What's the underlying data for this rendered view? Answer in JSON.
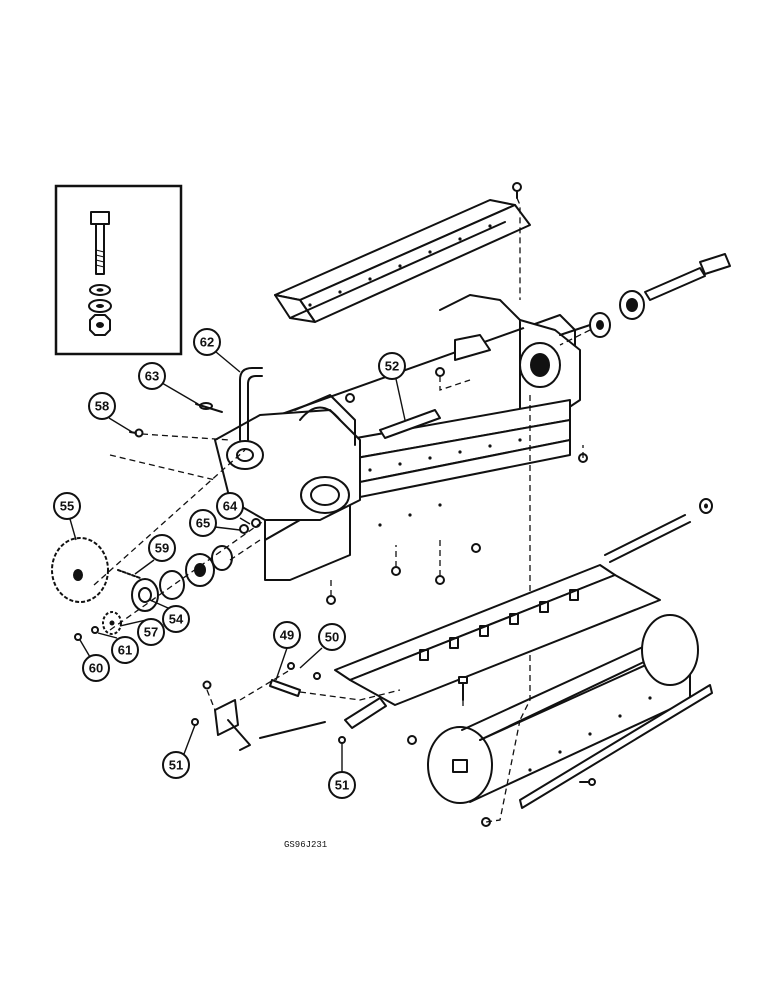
{
  "figure_code": "GS96J231",
  "callouts": [
    {
      "id": "c49",
      "label": "49"
    },
    {
      "id": "c50",
      "label": "50"
    },
    {
      "id": "c51a",
      "label": "51"
    },
    {
      "id": "c51b",
      "label": "51"
    },
    {
      "id": "c52",
      "label": "52"
    },
    {
      "id": "c54",
      "label": "54"
    },
    {
      "id": "c55",
      "label": "55"
    },
    {
      "id": "c57",
      "label": "57"
    },
    {
      "id": "c58",
      "label": "58"
    },
    {
      "id": "c59",
      "label": "59"
    },
    {
      "id": "c60",
      "label": "60"
    },
    {
      "id": "c61",
      "label": "61"
    },
    {
      "id": "c62",
      "label": "62"
    },
    {
      "id": "c63",
      "label": "63"
    },
    {
      "id": "c64",
      "label": "64"
    },
    {
      "id": "c65",
      "label": "65"
    }
  ]
}
